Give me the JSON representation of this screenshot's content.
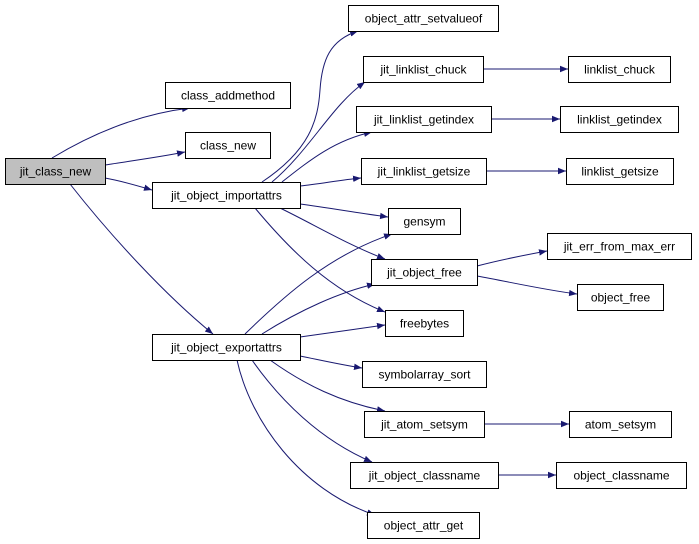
{
  "graph": {
    "nodes": [
      {
        "id": "jit_class_new",
        "label": "jit_class_new",
        "root": true
      },
      {
        "id": "class_addmethod",
        "label": "class_addmethod"
      },
      {
        "id": "class_new",
        "label": "class_new"
      },
      {
        "id": "jit_object_importattrs",
        "label": "jit_object_importattrs"
      },
      {
        "id": "jit_object_exportattrs",
        "label": "jit_object_exportattrs"
      },
      {
        "id": "object_attr_setvalueof",
        "label": "object_attr_setvalueof"
      },
      {
        "id": "jit_linklist_chuck",
        "label": "jit_linklist_chuck"
      },
      {
        "id": "jit_linklist_getindex",
        "label": "jit_linklist_getindex"
      },
      {
        "id": "jit_linklist_getsize",
        "label": "jit_linklist_getsize"
      },
      {
        "id": "gensym",
        "label": "gensym"
      },
      {
        "id": "jit_object_free",
        "label": "jit_object_free"
      },
      {
        "id": "freebytes",
        "label": "freebytes"
      },
      {
        "id": "symbolarray_sort",
        "label": "symbolarray_sort"
      },
      {
        "id": "jit_atom_setsym",
        "label": "jit_atom_setsym"
      },
      {
        "id": "jit_object_classname",
        "label": "jit_object_classname"
      },
      {
        "id": "object_attr_get",
        "label": "object_attr_get"
      },
      {
        "id": "linklist_chuck",
        "label": "linklist_chuck"
      },
      {
        "id": "linklist_getindex",
        "label": "linklist_getindex"
      },
      {
        "id": "linklist_getsize",
        "label": "linklist_getsize"
      },
      {
        "id": "jit_err_from_max_err",
        "label": "jit_err_from_max_err"
      },
      {
        "id": "object_free",
        "label": "object_free"
      },
      {
        "id": "atom_setsym",
        "label": "atom_setsym"
      },
      {
        "id": "object_classname",
        "label": "object_classname"
      }
    ],
    "edges": [
      {
        "from": "jit_class_new",
        "to": "class_addmethod"
      },
      {
        "from": "jit_class_new",
        "to": "class_new"
      },
      {
        "from": "jit_class_new",
        "to": "jit_object_importattrs"
      },
      {
        "from": "jit_class_new",
        "to": "jit_object_exportattrs"
      },
      {
        "from": "jit_object_importattrs",
        "to": "object_attr_setvalueof"
      },
      {
        "from": "jit_object_importattrs",
        "to": "jit_linklist_chuck"
      },
      {
        "from": "jit_object_importattrs",
        "to": "jit_linklist_getindex"
      },
      {
        "from": "jit_object_importattrs",
        "to": "jit_linklist_getsize"
      },
      {
        "from": "jit_object_importattrs",
        "to": "gensym"
      },
      {
        "from": "jit_object_importattrs",
        "to": "jit_object_free"
      },
      {
        "from": "jit_object_importattrs",
        "to": "freebytes"
      },
      {
        "from": "jit_object_exportattrs",
        "to": "gensym"
      },
      {
        "from": "jit_object_exportattrs",
        "to": "jit_object_free"
      },
      {
        "from": "jit_object_exportattrs",
        "to": "freebytes"
      },
      {
        "from": "jit_object_exportattrs",
        "to": "symbolarray_sort"
      },
      {
        "from": "jit_object_exportattrs",
        "to": "jit_atom_setsym"
      },
      {
        "from": "jit_object_exportattrs",
        "to": "jit_object_classname"
      },
      {
        "from": "jit_object_exportattrs",
        "to": "object_attr_get"
      },
      {
        "from": "jit_linklist_chuck",
        "to": "linklist_chuck"
      },
      {
        "from": "jit_linklist_getindex",
        "to": "linklist_getindex"
      },
      {
        "from": "jit_linklist_getsize",
        "to": "linklist_getsize"
      },
      {
        "from": "jit_object_free",
        "to": "jit_err_from_max_err"
      },
      {
        "from": "jit_object_free",
        "to": "object_free"
      },
      {
        "from": "jit_atom_setsym",
        "to": "atom_setsym"
      },
      {
        "from": "jit_object_classname",
        "to": "object_classname"
      }
    ],
    "colors": {
      "edge": "#191970",
      "root_fill": "#bfbfbf",
      "node_fill": "#ffffff",
      "node_border": "#000000"
    }
  }
}
